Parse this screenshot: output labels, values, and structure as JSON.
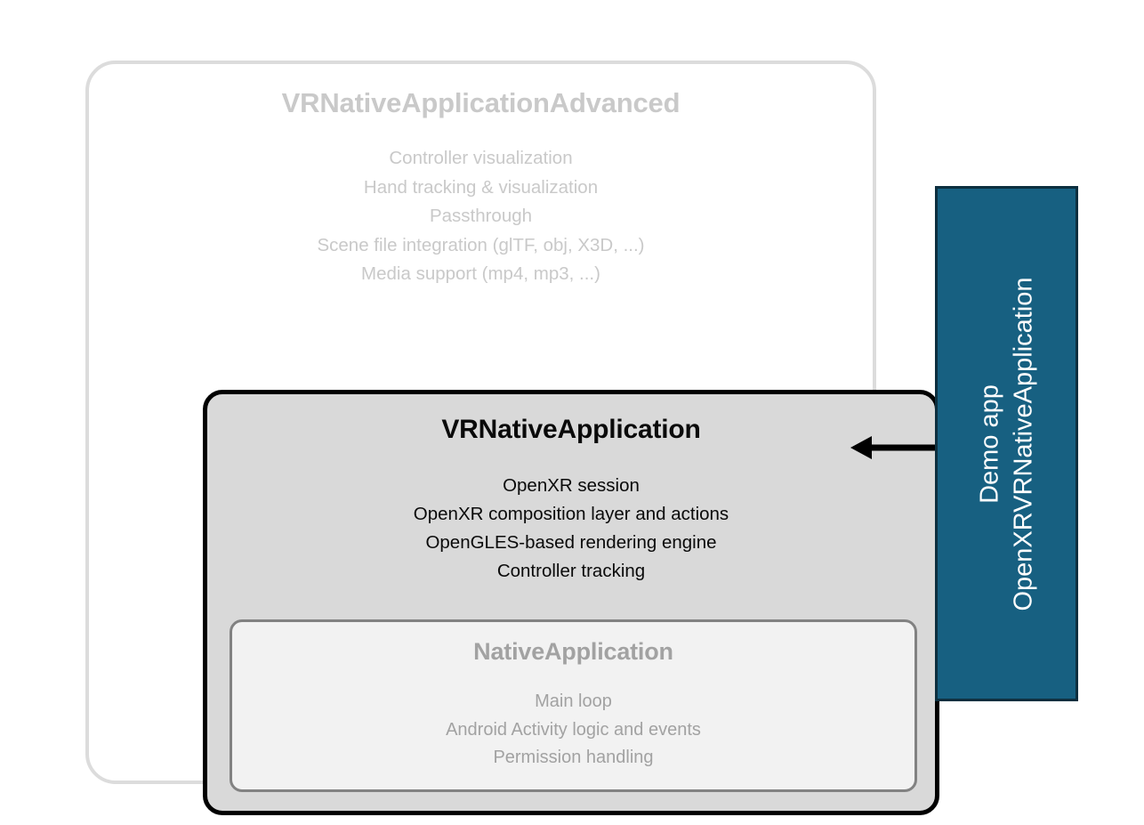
{
  "diagram": {
    "outer_card": {
      "title": "VRNativeApplicationAdvanced",
      "features": [
        "Controller visualization",
        "Hand tracking & visualization",
        "Passthrough",
        "Scene file integration (glTF, obj, X3D, ...)",
        "Media support (mp4, mp3, ...)"
      ],
      "fill": "#ffffff",
      "border_color": "#dcdcdc",
      "text_color": "#c9c9c9"
    },
    "middle_card": {
      "title": "VRNativeApplication",
      "features": [
        "OpenXR session",
        "OpenXR composition layer and actions",
        "OpenGLES-based rendering engine",
        "Controller tracking"
      ],
      "fill": "#d9d9d9",
      "border_color": "#000000",
      "text_color": "#0a0a0a"
    },
    "inner_card": {
      "title": "NativeApplication",
      "features": [
        "Main loop",
        "Android Activity logic and events",
        "Permission handling"
      ],
      "fill": "#f2f2f2",
      "border_color": "#828282",
      "text_color": "#a2a2a2"
    },
    "demo_panel": {
      "lines": [
        "Demo app",
        "OpenXRVRNativeApplication"
      ],
      "fill": "#176081",
      "border_color": "#0d2f3f",
      "text_color": "#ffffff"
    },
    "connector": {
      "name": "arrow-left",
      "color": "#000000",
      "direction": "left"
    }
  }
}
